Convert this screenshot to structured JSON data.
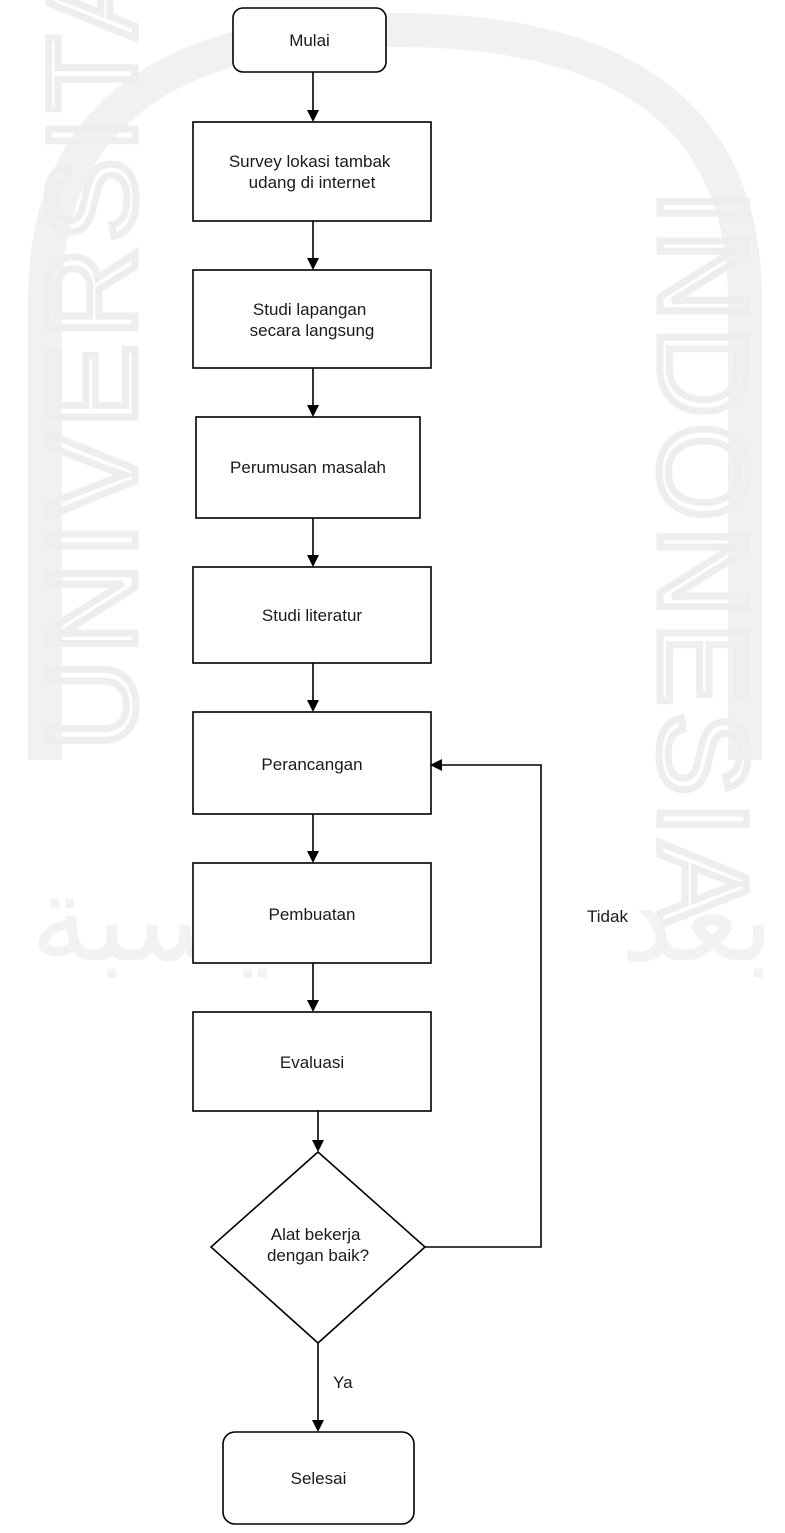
{
  "watermark": {
    "left_text": "UNIVERSITAS",
    "right_text": "INDONESIA"
  },
  "nodes": {
    "start": "Mulai",
    "survey": [
      "Survey lokasi tambak",
      "udang di internet"
    ],
    "field_study": [
      "Studi lapangan",
      "secara langsung"
    ],
    "problem": "Perumusan masalah",
    "literature": "Studi literatur",
    "design": "Perancangan",
    "build": "Pembuatan",
    "evaluation": "Evaluasi",
    "decision": [
      "Alat bekerja",
      "dengan baik?"
    ],
    "end": "Selesai"
  },
  "edges": {
    "no_label": "Tidak",
    "yes_label": "Ya"
  }
}
